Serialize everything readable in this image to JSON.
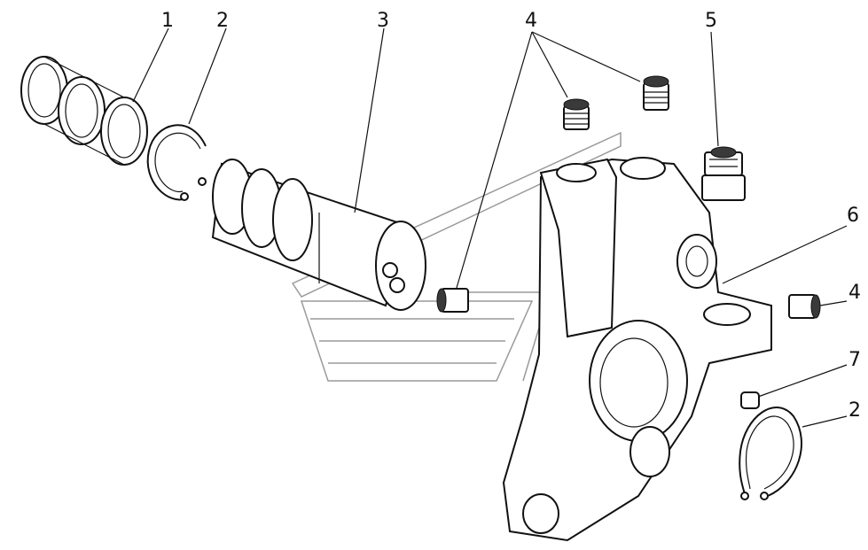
{
  "callouts": {
    "c1": "1",
    "c2": "2",
    "c3": "3",
    "c4": "4",
    "c5": "5",
    "c6": "6",
    "c4b": "4",
    "c7": "7",
    "c2b": "2"
  }
}
